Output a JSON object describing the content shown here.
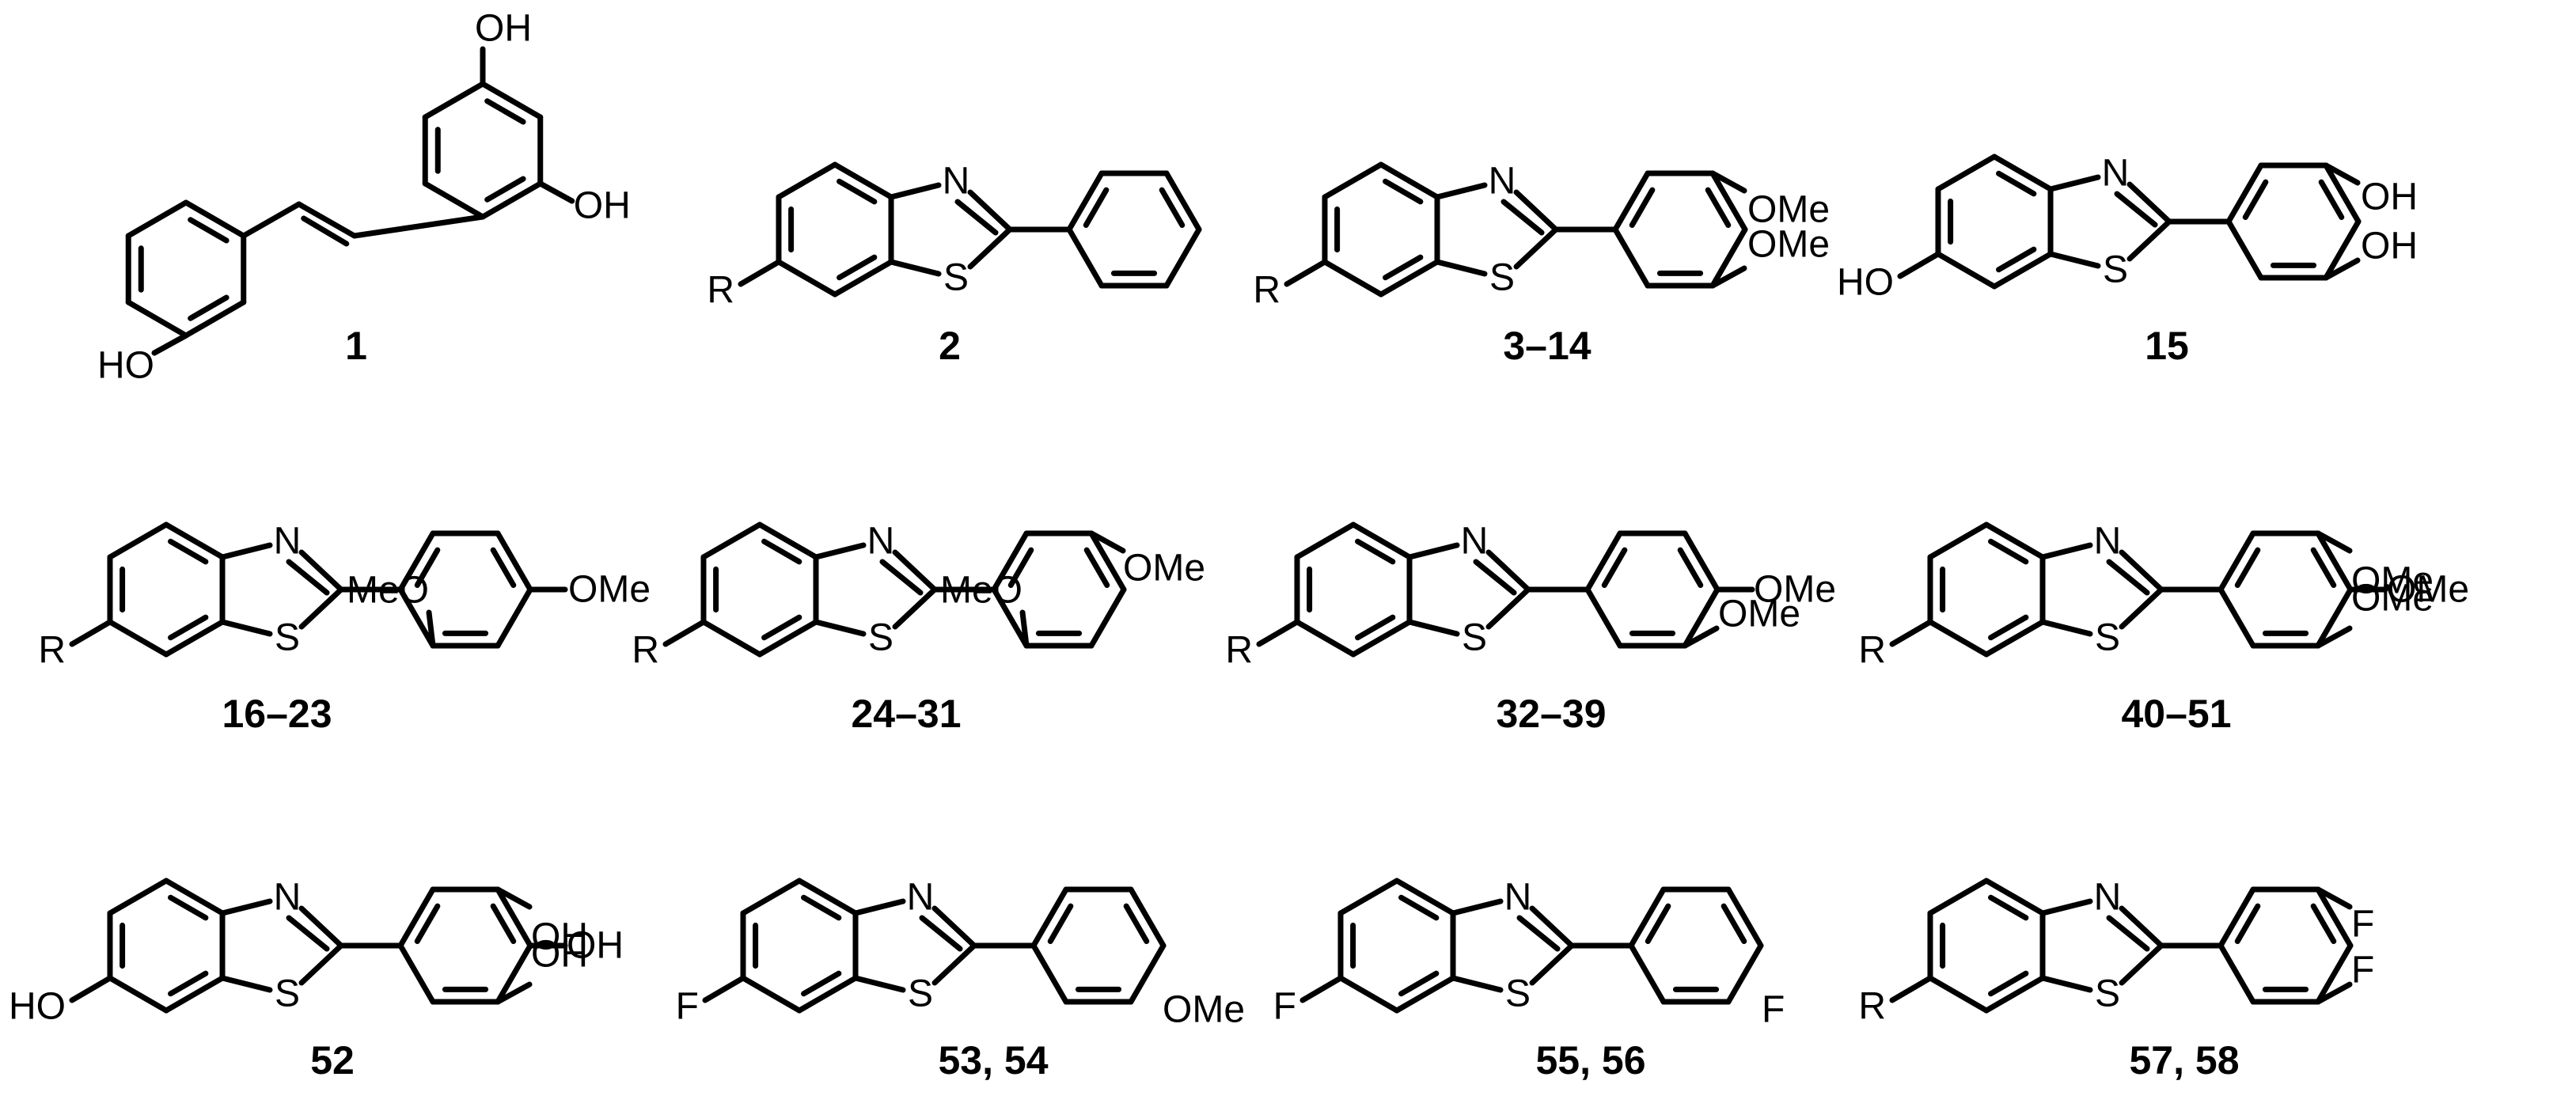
{
  "compounds": [
    {
      "label": "1",
      "atoms": {
        "oh_top": "OH",
        "oh_right": "OH",
        "ho_left": "HO"
      }
    },
    {
      "label": "2",
      "atoms": {
        "r": "R",
        "n": "N",
        "s": "S"
      }
    },
    {
      "label": "3–14",
      "atoms": {
        "r": "R",
        "n": "N",
        "s": "S",
        "ome_top": "OMe",
        "ome_bottom": "OMe"
      }
    },
    {
      "label": "15",
      "atoms": {
        "ho": "HO",
        "n": "N",
        "s": "S",
        "oh_top": "OH",
        "oh_bottom": "OH"
      }
    },
    {
      "label": "16–23",
      "atoms": {
        "r": "R",
        "n": "N",
        "s": "S",
        "meo": "MeO",
        "ome": "OMe"
      }
    },
    {
      "label": "24–31",
      "atoms": {
        "r": "R",
        "n": "N",
        "s": "S",
        "meo": "MeO",
        "ome": "OMe"
      }
    },
    {
      "label": "32–39",
      "atoms": {
        "r": "R",
        "n": "N",
        "s": "S",
        "ome_top": "OMe",
        "ome_right": "OMe"
      }
    },
    {
      "label": "40–51",
      "atoms": {
        "r": "R",
        "n": "N",
        "s": "S",
        "ome_top": "OMe",
        "ome_mid": "OMe",
        "ome_bottom": "OMe"
      }
    },
    {
      "label": "52",
      "atoms": {
        "ho": "HO",
        "n": "N",
        "s": "S",
        "oh_top": "OH",
        "oh_mid": "OH",
        "oh_bottom": "OH"
      }
    },
    {
      "label": "53, 54",
      "atoms": {
        "f": "F",
        "n": "N",
        "s": "S",
        "ome": "OMe"
      }
    },
    {
      "label": "55, 56",
      "atoms": {
        "f": "F",
        "n": "N",
        "s": "S",
        "f_ring": "F"
      }
    },
    {
      "label": "57, 58",
      "atoms": {
        "r": "R",
        "n": "N",
        "s": "S",
        "f_top": "F",
        "f_bottom": "F"
      }
    }
  ]
}
